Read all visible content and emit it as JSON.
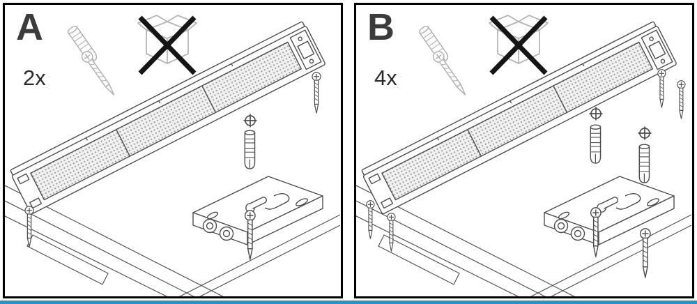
{
  "panels": [
    {
      "label": "A",
      "quantity": "2x",
      "hardware_icons": [
        "wall-plug-icon",
        "screw-icon"
      ],
      "prohibition_icon": "crossed-out-box-icon",
      "fixing_screws_shown": 2
    },
    {
      "label": "B",
      "quantity": "4x",
      "hardware_icons": [
        "wall-plug-icon",
        "screw-icon"
      ],
      "prohibition_icon": "crossed-out-box-icon",
      "fixing_screws_shown": 4
    }
  ],
  "colors": {
    "accent_bar": "#2095cf",
    "drawing_line": "#4d4d4d",
    "hardware_icon_gray": "#b2b2b2",
    "prohibition_x": "#151515",
    "panel_border": "#000000",
    "label_text": "#3c3c3c"
  }
}
